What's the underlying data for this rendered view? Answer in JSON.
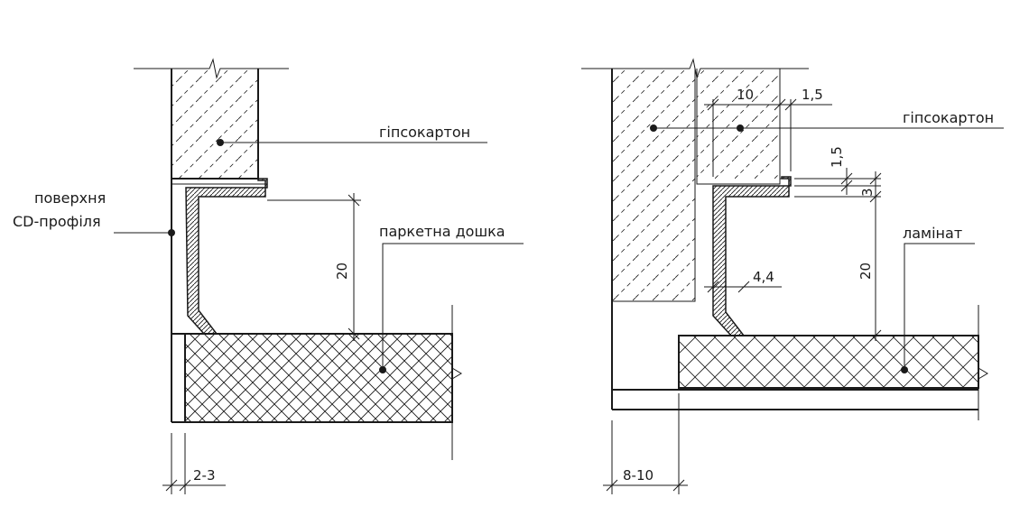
{
  "left_detail": {
    "label_gypsum": "гіпсокартон",
    "label_cd_line1": "поверхня",
    "label_cd_line2": "CD-профіля",
    "label_floor": "паркетна дошка",
    "dim_height": "20",
    "dim_gap": "2-3"
  },
  "right_detail": {
    "label_gypsum": "гіпсокартон",
    "label_floor": "ламінат",
    "dim_width": "10",
    "dim_edge": "1,5",
    "dim_small": "1,5",
    "dim_step": "3",
    "dim_thick": "4,4",
    "dim_height": "20",
    "dim_gap": "8-10"
  },
  "colors": {
    "line": "#1a1a1a",
    "background": "#ffffff"
  }
}
